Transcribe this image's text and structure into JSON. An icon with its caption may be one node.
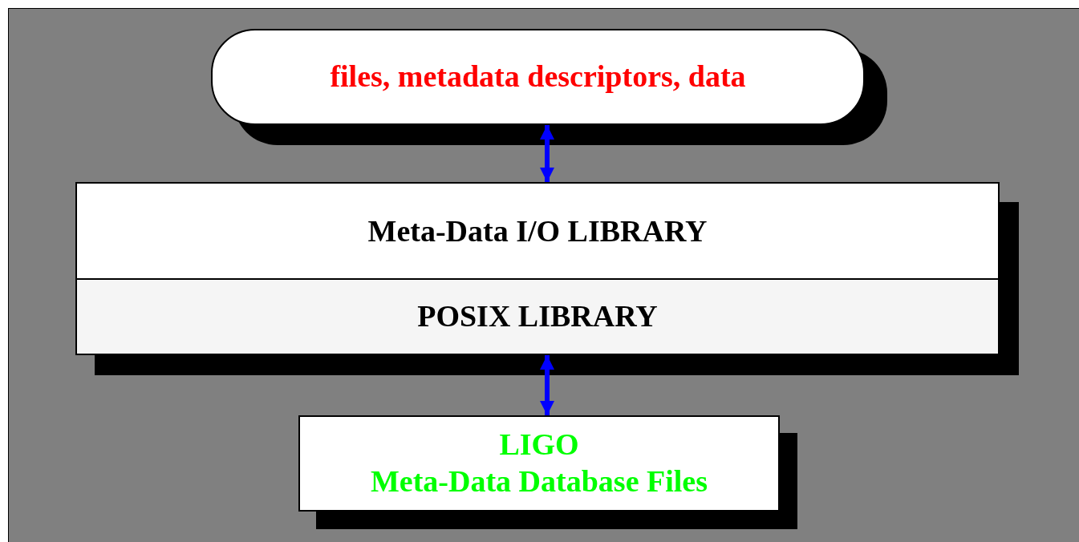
{
  "diagram": {
    "nodes": [
      {
        "text": [
          "files, metadata descriptors, data"
        ]
      },
      {
        "text": [
          "Meta-Data I/O LIBRARY"
        ]
      },
      {
        "text": [
          "POSIX LIBRARY"
        ]
      },
      {
        "text": [
          "LIGO",
          "Meta-Data Database Files"
        ]
      }
    ],
    "edges": [
      {
        "from": 0,
        "to": 1,
        "arrow": "both"
      },
      {
        "from": 2,
        "to": 3,
        "arrow": "both"
      }
    ]
  }
}
